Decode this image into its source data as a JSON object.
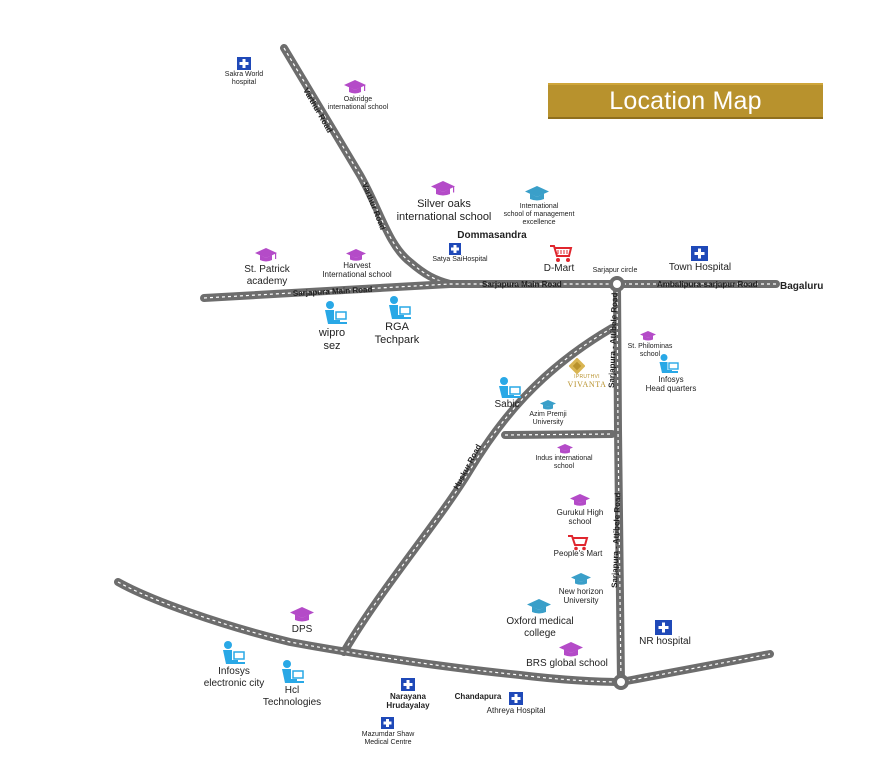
{
  "title": "Location Map",
  "colors": {
    "road": "#6d6d6d",
    "title_bg": "#b8922d",
    "school": "#b44bc8",
    "hospital": "#1f49b8",
    "tech": "#29a8e6",
    "mart": "#e0262e",
    "university": "#3a9fc9"
  },
  "roads": {
    "varthur": "Varthur Road",
    "sarjapura_main": "Sarjapura Main Road",
    "ambalipura": "Ambalipura-sarjapur Road",
    "sarjapura_attibele": "Sarjapura - Attibele Road",
    "huskur": "Huskur Road"
  },
  "places": {
    "sakra": "Sakra World\nhospital",
    "oakridge": "Oakridge\ninternational school",
    "silver_oaks": "Silver oaks\ninternational school",
    "ischool_mgmt": "International\nschool of management\nexcellence",
    "dommasandra": "Dommasandra",
    "satya_sai": "Satya SaiHospital",
    "dmart": "D-Mart",
    "sarjapur_circle": "Sarjapur circle",
    "town_hospital": "Town Hospital",
    "bagaluru": "Bagaluru",
    "st_patrick": "St. Patrick\nacademy",
    "harvest": "Harvest\nInternational school",
    "wipro": "wipro\nsez",
    "rga": "RGA\nTechpark",
    "st_philominas": "St. Philominas\nschool",
    "infosys_hq": "Infosys\nHead quarters",
    "sabic": "Sabic",
    "vivanta_small": "IPRUTHVI",
    "vivanta_big": "VIVANTA",
    "azim": "Azim Premji\nUniversity",
    "indus": "Indus international\nschool",
    "gurukul": "Gurukul High\nschool",
    "peoples_mart": "People's Mart",
    "new_horizon": "New horizon\nUniversity",
    "oxford": "Oxford medical\ncollege",
    "brs": "BRS global school",
    "nr_hospital": "NR hospital",
    "dps": "DPS",
    "infosys_ec": "Infosys\nelectronic city",
    "hcl": "Hcl\nTechnologies",
    "narayana": "Narayana\nHrudayalay",
    "chandapura": "Chandapura",
    "athreya": "Athreya Hospital",
    "mazumdar": "Mazumdar Shaw\nMedical Centre"
  }
}
